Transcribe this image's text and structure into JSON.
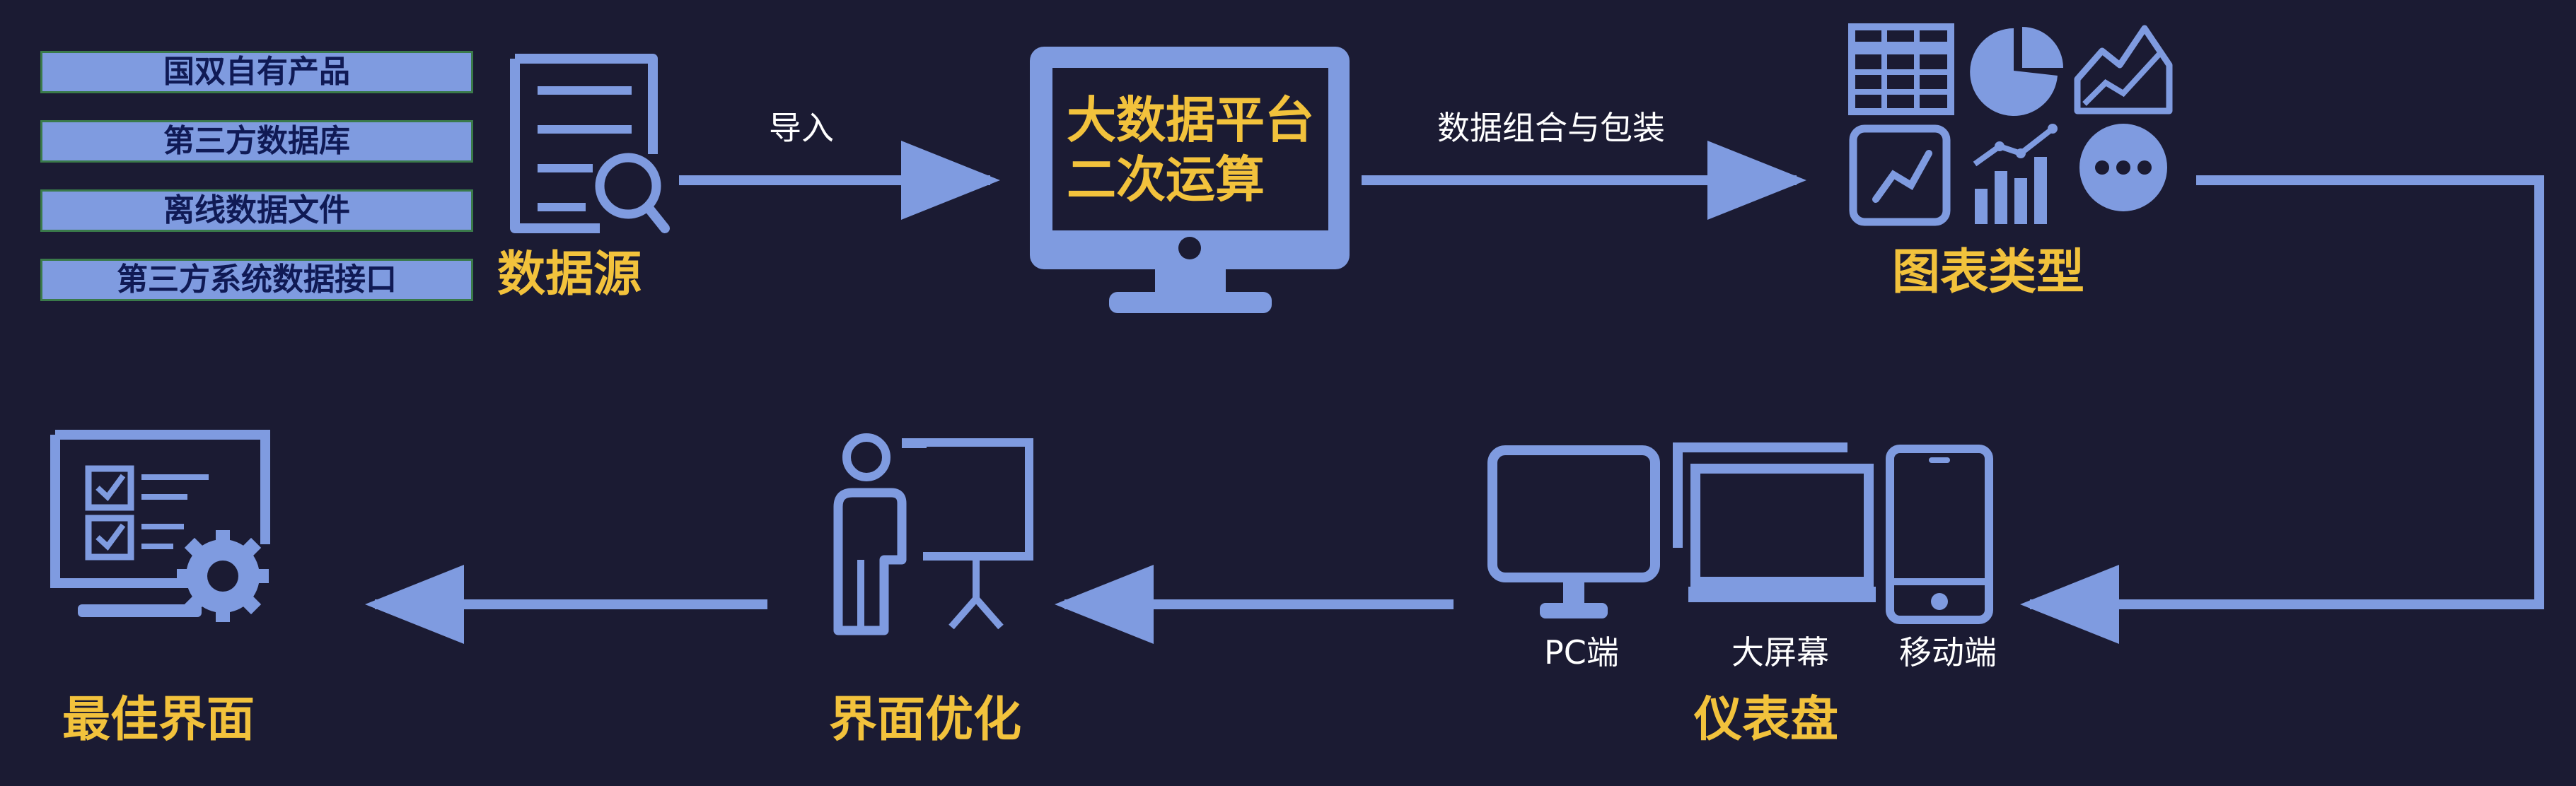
{
  "data_sources": {
    "items": [
      "国双自有产品",
      "第三方数据库",
      "离线数据文件",
      "第三方系统数据接口"
    ],
    "title": "数据源"
  },
  "arrows": {
    "import_label": "导入",
    "combine_label": "数据组合与包装"
  },
  "platform": {
    "line1": "大数据平台",
    "line2": "二次运算"
  },
  "chart_types": {
    "title": "图表类型"
  },
  "dashboard": {
    "title": "仪表盘",
    "devices": [
      "PC端",
      "大屏幕",
      "移动端"
    ]
  },
  "optimization": {
    "title": "界面优化"
  },
  "best": {
    "title": "最佳界面"
  },
  "colors": {
    "background": "#1b1b33",
    "icon_blue": "#7f9be0",
    "gold": "#f2c23c",
    "source_box_border": "#3a7a4a"
  }
}
